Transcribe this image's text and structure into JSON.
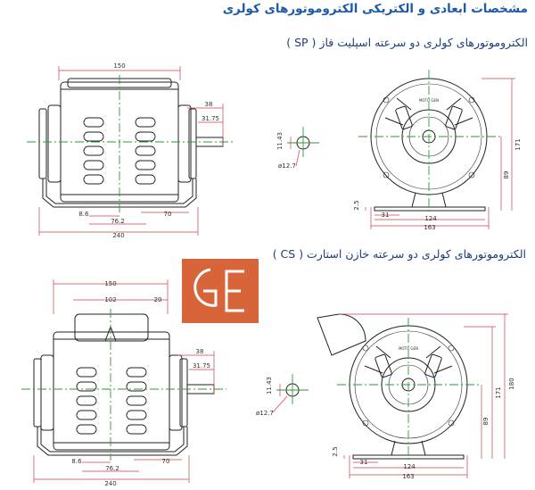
{
  "page_title": "مشخصات ابعادی و الکتریکی الکتروموتورهای کولری",
  "sp_heading": "الکتروموتورهای کولری دو سرعته  اسپلیت فاز ( SP )",
  "cs_heading": "الکتروموتورهای کولری دو سرعته  خازن استارت ( CS )",
  "logo": {
    "text": "GE",
    "bg_color": "#d8643a"
  },
  "brand_plate": "MOTO GEN",
  "colors": {
    "dimension": "#d0404a",
    "centerline": "#2d9a3a",
    "outline": "#222222",
    "title": "#1e5aa8"
  },
  "sp": {
    "side": {
      "overall_length": "150",
      "shaft_length": "38",
      "shaft_dim": "31.75",
      "base_width": "240",
      "foot_span": "76.2",
      "foot_offset": "70",
      "foot_gap": "8.6"
    },
    "shaft": {
      "key_height": "11.43",
      "diameter": "ø12.7"
    },
    "front": {
      "height": "171",
      "center_height": "89",
      "base_thickness": "2.5",
      "foot_offset": "31",
      "foot_span": "124",
      "base_width": "163"
    }
  },
  "cs": {
    "side": {
      "overall_length": "150",
      "box_length": "102",
      "box_offset": "20",
      "shaft_length": "38",
      "shaft_dim": "31.75",
      "base_width": "240",
      "foot_span": "76.2",
      "foot_offset": "70",
      "foot_gap": "8.6"
    },
    "shaft": {
      "key_height": "11.43",
      "diameter": "ø12.7"
    },
    "front": {
      "height": "180",
      "height_body": "171",
      "center_height": "89",
      "base_thickness": "2.5",
      "foot_offset": "31",
      "foot_span": "124",
      "base_width": "163"
    }
  }
}
